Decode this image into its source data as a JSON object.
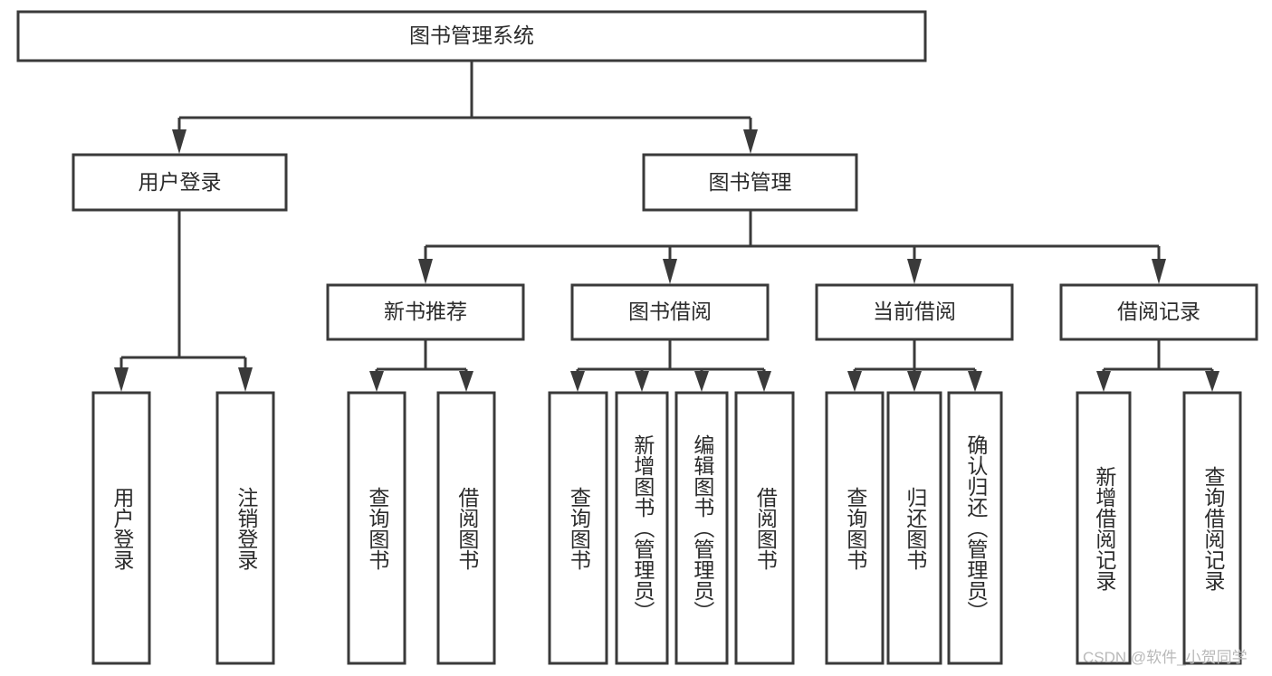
{
  "diagram": {
    "type": "tree-hierarchy-flowchart",
    "title": "图书管理系统",
    "orientation": "top-down",
    "colors": {
      "background": "#ffffff",
      "box_fill": "#ffffff",
      "box_stroke": "#3a3a3a",
      "text": "#2b2b2b",
      "watermark": "#b9b9b9"
    },
    "levels": {
      "root": {
        "label": "图书管理系统"
      },
      "level2": [
        {
          "label": "用户登录"
        },
        {
          "label": "图书管理"
        }
      ],
      "level3": [
        {
          "label": "新书推荐"
        },
        {
          "label": "图书借阅"
        },
        {
          "label": "当前借阅"
        },
        {
          "label": "借阅记录"
        }
      ],
      "leaves_user_login": [
        {
          "label": "用户登录"
        },
        {
          "label": "注销登录"
        }
      ],
      "leaves_new_book": [
        {
          "label": "查询图书"
        },
        {
          "label": "借阅图书"
        }
      ],
      "leaves_borrow": [
        {
          "label": "查询图书"
        },
        {
          "label": "新增图书（管理员）"
        },
        {
          "label": "编辑图书（管理员）"
        },
        {
          "label": "借阅图书"
        }
      ],
      "leaves_current": [
        {
          "label": "查询图书"
        },
        {
          "label": "归还图书"
        },
        {
          "label": "确认归还（管理员）"
        }
      ],
      "leaves_records": [
        {
          "label": "新增借阅记录"
        },
        {
          "label": "查询借阅记录"
        }
      ]
    },
    "watermark": "CSDN @软件_小贺同学"
  }
}
